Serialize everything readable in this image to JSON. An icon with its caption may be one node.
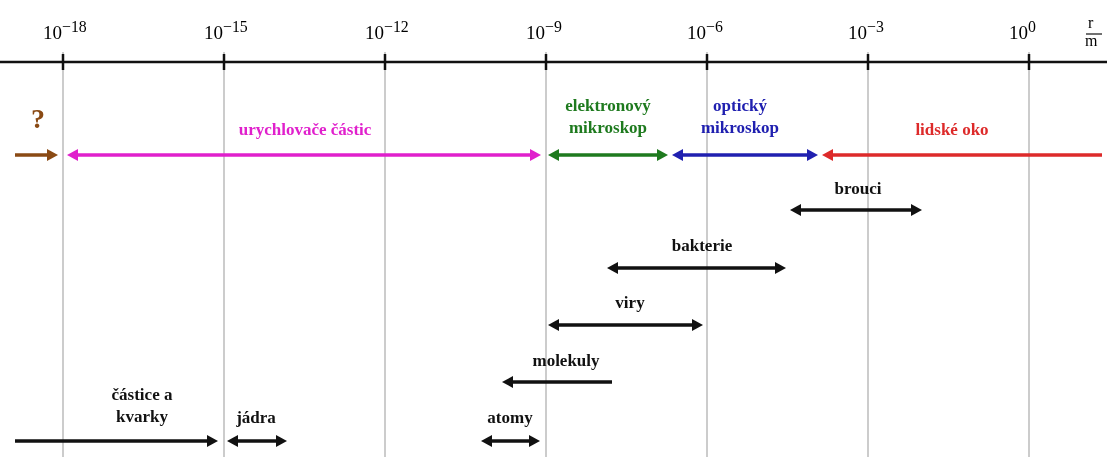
{
  "diagram": {
    "labels": [
      "10$^{−18}$",
      "10$^{−15}$",
      "10$^{−12}$",
      "10$^{−9}$",
      "10$^{−6}$",
      "10$^{−3}$",
      "10$^{0}$",
      "r",
      "m",
      "?",
      "urychlovače částic",
      "elektronový mikroskop",
      "optický mikroskop",
      "lidské oko",
      "brouci",
      "bakterie",
      "viry",
      "molekuly",
      "částice a kvarky",
      "jádra",
      "atomy"
    ]
  }
}
